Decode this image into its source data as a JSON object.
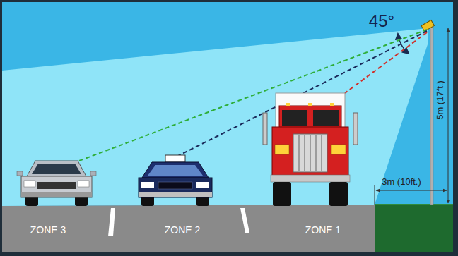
{
  "diagram": {
    "labels": [
      "45°",
      "5m (17ft.)",
      "3m (10ft.)",
      "ZONE 3",
      "ZONE 2",
      "ZONE 1"
    ]
  }
}
